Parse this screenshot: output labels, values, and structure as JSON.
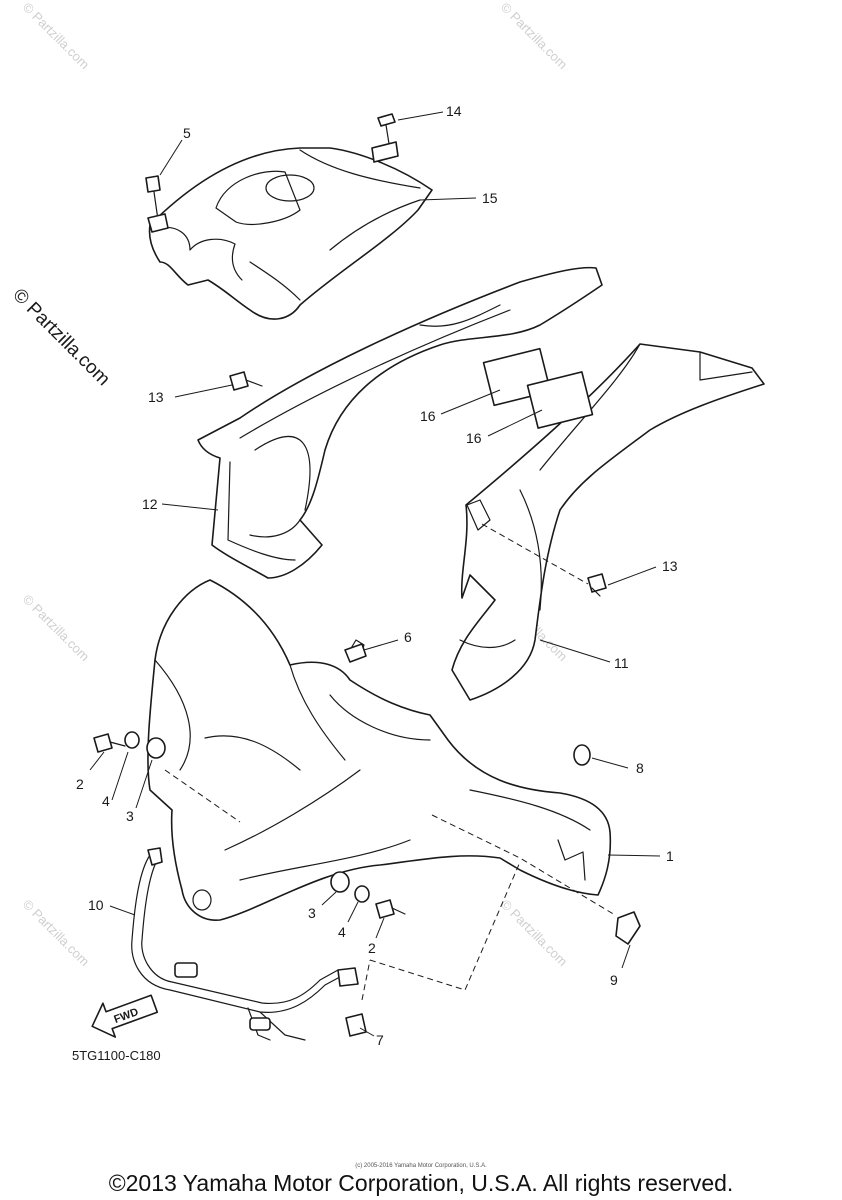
{
  "diagram": {
    "code": "5TG1100-C180",
    "copyright": "©2013 Yamaha Motor Corporation, U.S.A. All rights reserved.",
    "small_print": "(c) 2005-2016 Yamaha Motor Corporation, U.S.A.",
    "fwd_label": "FWD",
    "watermark": "© Partzilla.com",
    "callouts": {
      "c1": "1",
      "c2a": "2",
      "c2b": "2",
      "c3a": "3",
      "c3b": "3",
      "c4a": "4",
      "c4b": "4",
      "c5": "5",
      "c6": "6",
      "c7": "7",
      "c8": "8",
      "c9": "9",
      "c10": "10",
      "c11": "11",
      "c12": "12",
      "c13a": "13",
      "c13b": "13",
      "c14": "14",
      "c15": "15",
      "c16a": "16",
      "c16b": "16"
    }
  }
}
